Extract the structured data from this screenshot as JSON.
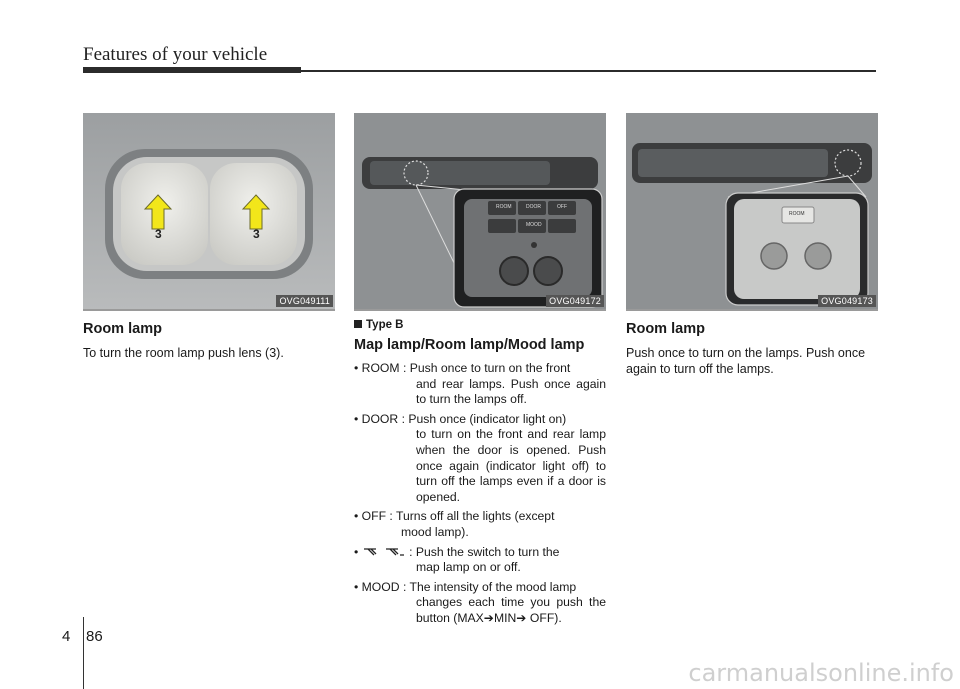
{
  "header": {
    "title": "Features of your vehicle"
  },
  "col1": {
    "image_caption": "OVG049111",
    "lens_label": "3",
    "heading": "Room lamp",
    "body": "To turn the room lamp push lens (3)."
  },
  "col2": {
    "image_caption": "OVG049172",
    "switch_labels": {
      "room": "ROOM",
      "door": "DOOR",
      "off": "OFF",
      "mood": "MOOD"
    },
    "type_label": "Type B",
    "heading": "Map lamp/Room lamp/Mood lamp",
    "items": [
      {
        "line1": "• ROOM : Push once to turn on the front",
        "rest": "and rear lamps. Push once again to turn the lamps off."
      },
      {
        "line1": "• DOOR : Push once (indicator light on)",
        "rest": "to turn on the front and rear lamp when the door is opened. Push once again (indicator light off) to turn off the lamps even if a door is opened."
      },
      {
        "line1": "• OFF : Turns off all the lights (except",
        "rest": "mood lamp)."
      },
      {
        "line1": ": Push the switch to turn the",
        "rest": "map lamp on or off."
      },
      {
        "line1": "• MOOD : The intensity of the mood lamp",
        "rest": "changes each time you push the button (MAX➔MIN➔ OFF)."
      }
    ]
  },
  "col3": {
    "image_caption": "OVG049173",
    "room_label": "ROOM",
    "heading": "Room lamp",
    "body": "Push once to turn on the lamps. Push once again to turn off the lamps."
  },
  "footer": {
    "chapter": "4",
    "page": "86"
  },
  "watermark": "carmanualsonline.info"
}
